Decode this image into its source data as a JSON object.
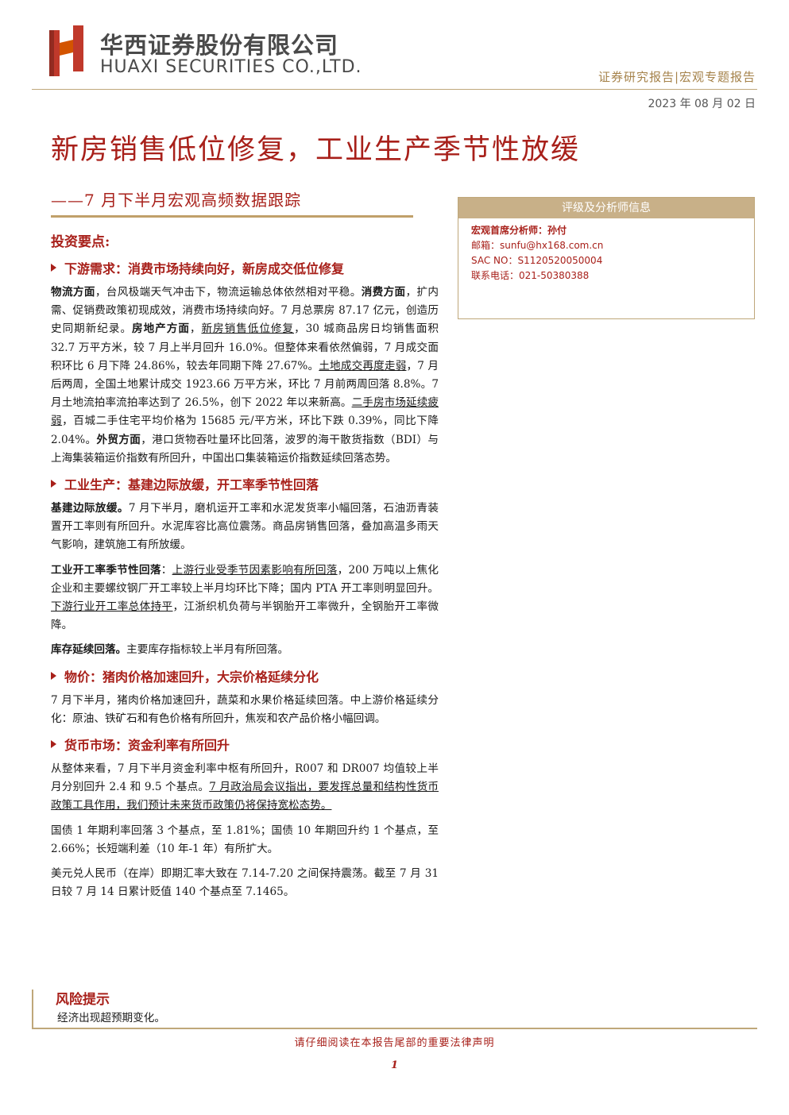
{
  "header": {
    "company_cn": "华西证券股份有限公司",
    "company_en": "HUAXI SECURITIES CO.,LTD.",
    "report_type": "证券研究报告|宏观专题报告",
    "date": "2023 年 08 月 02 日"
  },
  "title": "新房销售低位修复，工业生产季节性放缓",
  "subtitle": "——7 月下半月宏观高频数据跟踪",
  "investment_points": "投资要点:",
  "sections": [
    {
      "heading": "下游需求：消费市场持续向好，新房成交低位修复",
      "paragraphs": [
        [
          {
            "t": "物流方面",
            "s": "b"
          },
          {
            "t": "，台风极端天气冲击下，物流运输总体依然相对平稳。"
          },
          {
            "t": "消费方面",
            "s": "b"
          },
          {
            "t": "，扩内需、促销费政策初现成效，消费市场持续向好。7 月总票房 87.17 亿元，创造历史同期新纪录。"
          },
          {
            "t": "房地产方面",
            "s": "b"
          },
          {
            "t": "，"
          },
          {
            "t": "新房销售低位修复",
            "s": "u"
          },
          {
            "t": "，30 城商品房日均销售面积 32.7 万平方米，较 7 月上半月回升 16.0%。但整体来看依然偏弱，7 月成交面积环比 6 月下降 24.86%，较去年同期下降 27.67%。"
          },
          {
            "t": "土地成交再度走弱",
            "s": "u"
          },
          {
            "t": "，7 月后两周，全国土地累计成交 1923.66 万平方米，环比 7 月前两周回落 8.8%。7 月土地流拍率流拍率达到了 26.5%，创下 2022 年以来新高。"
          },
          {
            "t": "二手房市场延续疲弱",
            "s": "u"
          },
          {
            "t": "，百城二手住宅平均价格为 15685 元/平方米，环比下跌 0.39%，同比下降 2.04%。"
          },
          {
            "t": "外贸方面",
            "s": "b"
          },
          {
            "t": "，港口货物吞吐量环比回落，波罗的海干散货指数（BDI）与上海集装箱运价指数有所回升，中国出口集装箱运价指数延续回落态势。"
          }
        ]
      ]
    },
    {
      "heading": "工业生产：基建边际放缓，开工率季节性回落",
      "paragraphs": [
        [
          {
            "t": "基建边际放缓。",
            "s": "b"
          },
          {
            "t": "7 月下半月，磨机运开工率和水泥发货率小幅回落，石油沥青装置开工率则有所回升。水泥库容比高位震荡。商品房销售回落，叠加高温多雨天气影响，建筑施工有所放缓。"
          }
        ],
        [
          {
            "t": "工业开工率季节性回落",
            "s": "b"
          },
          {
            "t": "："
          },
          {
            "t": "上游行业受季节因素影响有所回落",
            "s": "u"
          },
          {
            "t": "，200 万吨以上焦化企业和主要螺纹钢厂开工率较上半月均环比下降；国内 PTA 开工率则明显回升。"
          },
          {
            "t": "下游行业开工率总体持平",
            "s": "u"
          },
          {
            "t": "，江浙织机负荷与半钢胎开工率微升，全钢胎开工率微降。"
          }
        ],
        [
          {
            "t": "库存延续回落。",
            "s": "b"
          },
          {
            "t": "主要库存指标较上半月有所回落。"
          }
        ]
      ]
    },
    {
      "heading": "物价：猪肉价格加速回升，大宗价格延续分化",
      "paragraphs": [
        [
          {
            "t": "7 月下半月，猪肉价格加速回升，蔬菜和水果价格延续回落。中上游价格延续分化：原油、铁矿石和有色价格有所回升，焦炭和农产品价格小幅回调。"
          }
        ]
      ]
    },
    {
      "heading": "货币市场：资金利率有所回升",
      "paragraphs": [
        [
          {
            "t": "从整体来看，7 月下半月资金利率中枢有所回升，R007 和 DR007 均值较上半月分别回升 2.4 和 9.5 个基点。"
          },
          {
            "t": "7 月政治局会议指出，要发挥总量和结构性货币政策工具作用，我们预计未来货币政策仍将保持宽松态势。",
            "s": "u"
          }
        ],
        [
          {
            "t": "国债 1 年期利率回落 3 个基点，至 1.81%；国债 10 年期回升约 1 个基点，至 2.66%；长短端利差（10 年-1 年）有所扩大。"
          }
        ],
        [
          {
            "t": "美元兑人民币（在岸）即期汇率大致在 7.14-7.20 之间保持震荡。截至 7 月 31 日较 7 月 14 日累计贬值 140 个基点至 7.1465。"
          }
        ]
      ]
    }
  ],
  "risk": {
    "title": "风险提示",
    "text": "经济出现超预期变化。"
  },
  "analyst": {
    "header": "评级及分析师信息",
    "name": "宏观首席分析师：孙付",
    "email": "邮箱：sunfu@hx168.com.cn",
    "sac": "SAC NO：S1120520050004",
    "phone": "联系电话：021-50380388"
  },
  "footer": {
    "notice": "请仔细阅读在本报告尾部的重要法律声明",
    "page": "1"
  },
  "colors": {
    "brand_red": "#a8201a",
    "gold": "#bfa77a",
    "box_header": "#c8b088"
  }
}
